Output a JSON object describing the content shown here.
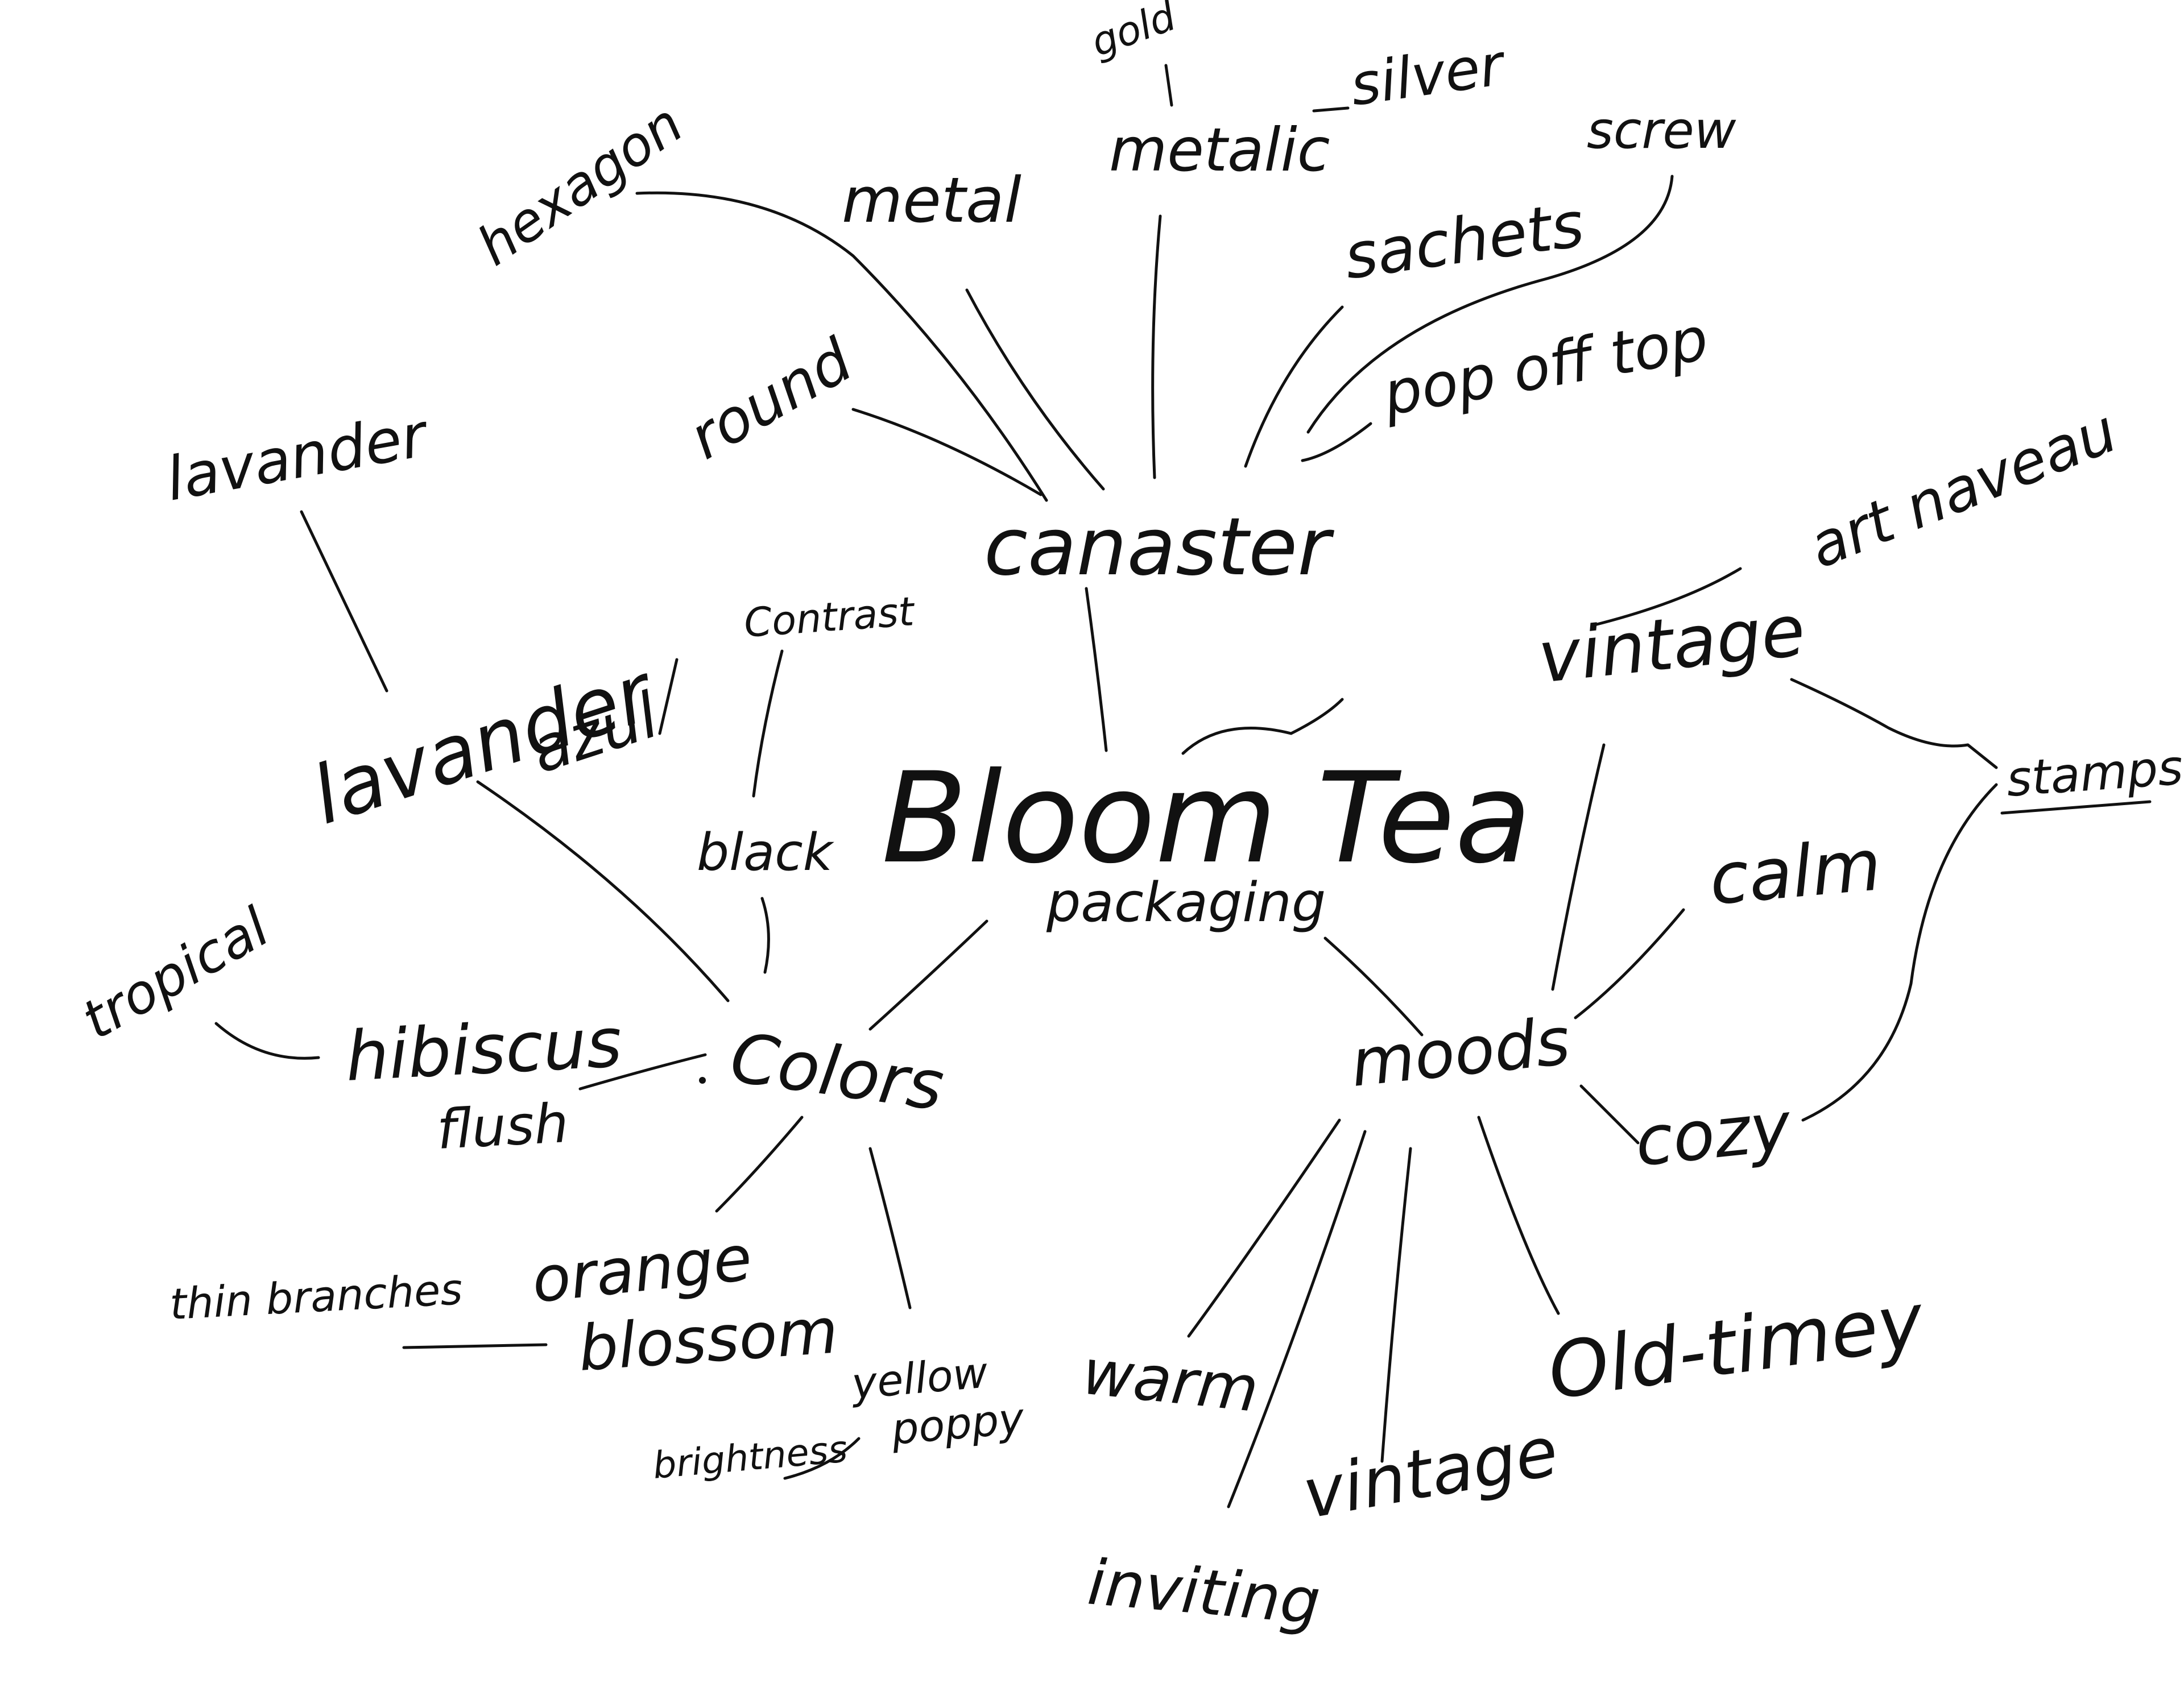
{
  "canvas": {
    "background": "#ffffff",
    "ink": "#111111"
  },
  "central": {
    "title": "Bloom Tea",
    "subtitle": "packaging"
  },
  "canaster": {
    "label": "canaster",
    "metal": "metal",
    "metalic": "metalic",
    "gold": "gold",
    "silver": "silver",
    "hexagon": "hexagon",
    "round": "round",
    "sachets": "sachets",
    "screw": "screw",
    "pop_off_top": "pop off top"
  },
  "colors": {
    "label": "Colors",
    "lavander_azul_1": "lavander",
    "lavander_azul_2": "azul",
    "lavander": "lavander",
    "contrast": "Contrast",
    "black": "black",
    "hibiscus_1": "hibiscus",
    "hibiscus_2": "flush",
    "tropical": "tropical",
    "orange_1": "orange",
    "orange_2": "blossom",
    "thin_branches": "thin branches",
    "yellow_1": "yellow",
    "yellow_2": "poppy",
    "brightness": "brightness"
  },
  "moods": {
    "label": "moods",
    "vintage_top": "vintage",
    "art_nouveau": "art naveau",
    "stamps": "stamps",
    "calm": "calm",
    "cozy": "cozy",
    "warm": "warm",
    "inviting": "inviting",
    "vintage_bottom": "vintage",
    "old_timey": "Old-timey"
  }
}
